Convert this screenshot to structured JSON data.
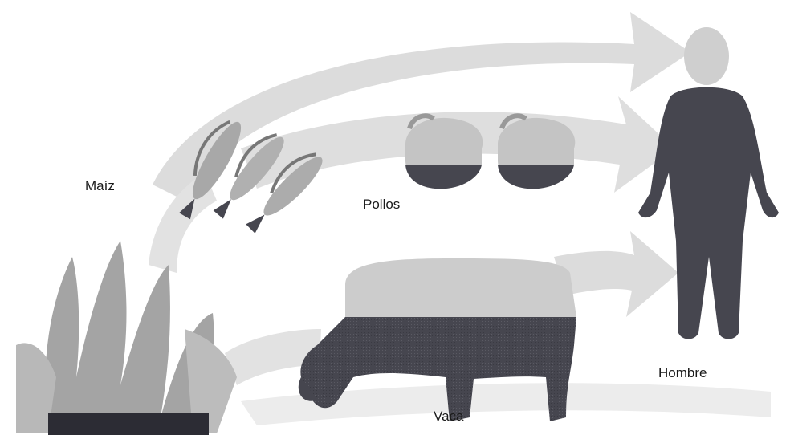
{
  "labels": {
    "corn": "Maíz",
    "chickens": "Pollos",
    "cow": "Vaca",
    "human": "Hombre"
  },
  "colors": {
    "arrow": "#d9d9d9",
    "dark": "#46464f",
    "light": "#c8c8c8",
    "background": "#ffffff"
  }
}
